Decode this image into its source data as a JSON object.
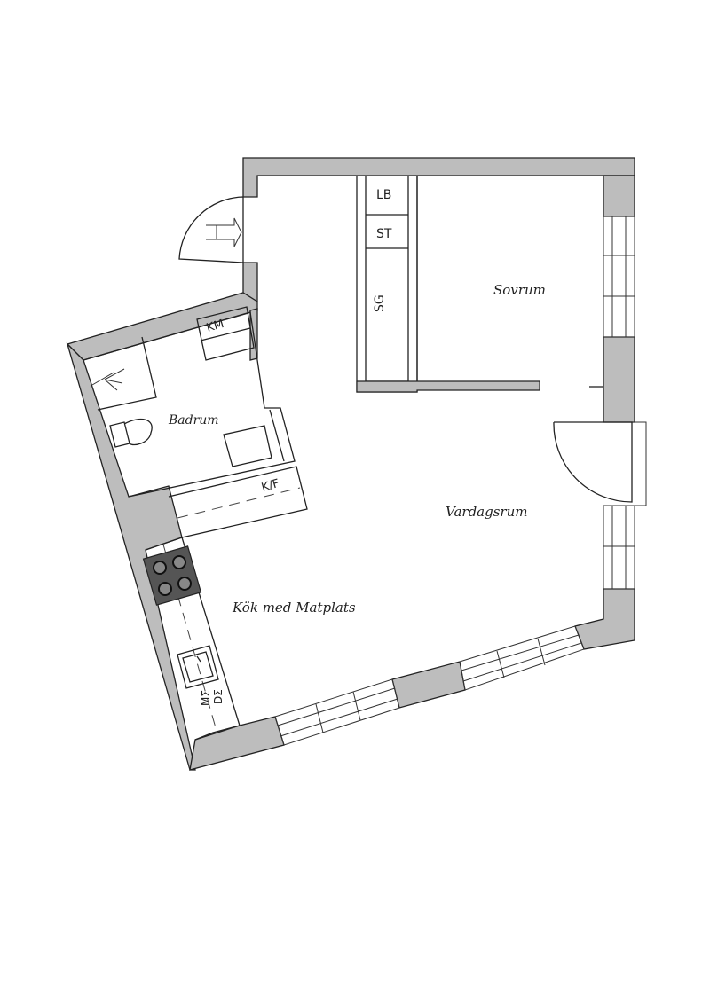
{
  "rooms": {
    "sovrum": "Sovrum",
    "vardagsrum": "Vardagsrum",
    "badrum": "Badrum",
    "kok": "Kök med Matplats"
  },
  "abbreviations": {
    "lb": "LB",
    "st": "ST",
    "sg": "SG",
    "km": "KM",
    "kf": "K/F",
    "mdm": "MΣ",
    "mdm2": "DΣ"
  },
  "colors": {
    "wall": "#bdbdbd",
    "line": "#222222",
    "background": "#ffffff"
  }
}
